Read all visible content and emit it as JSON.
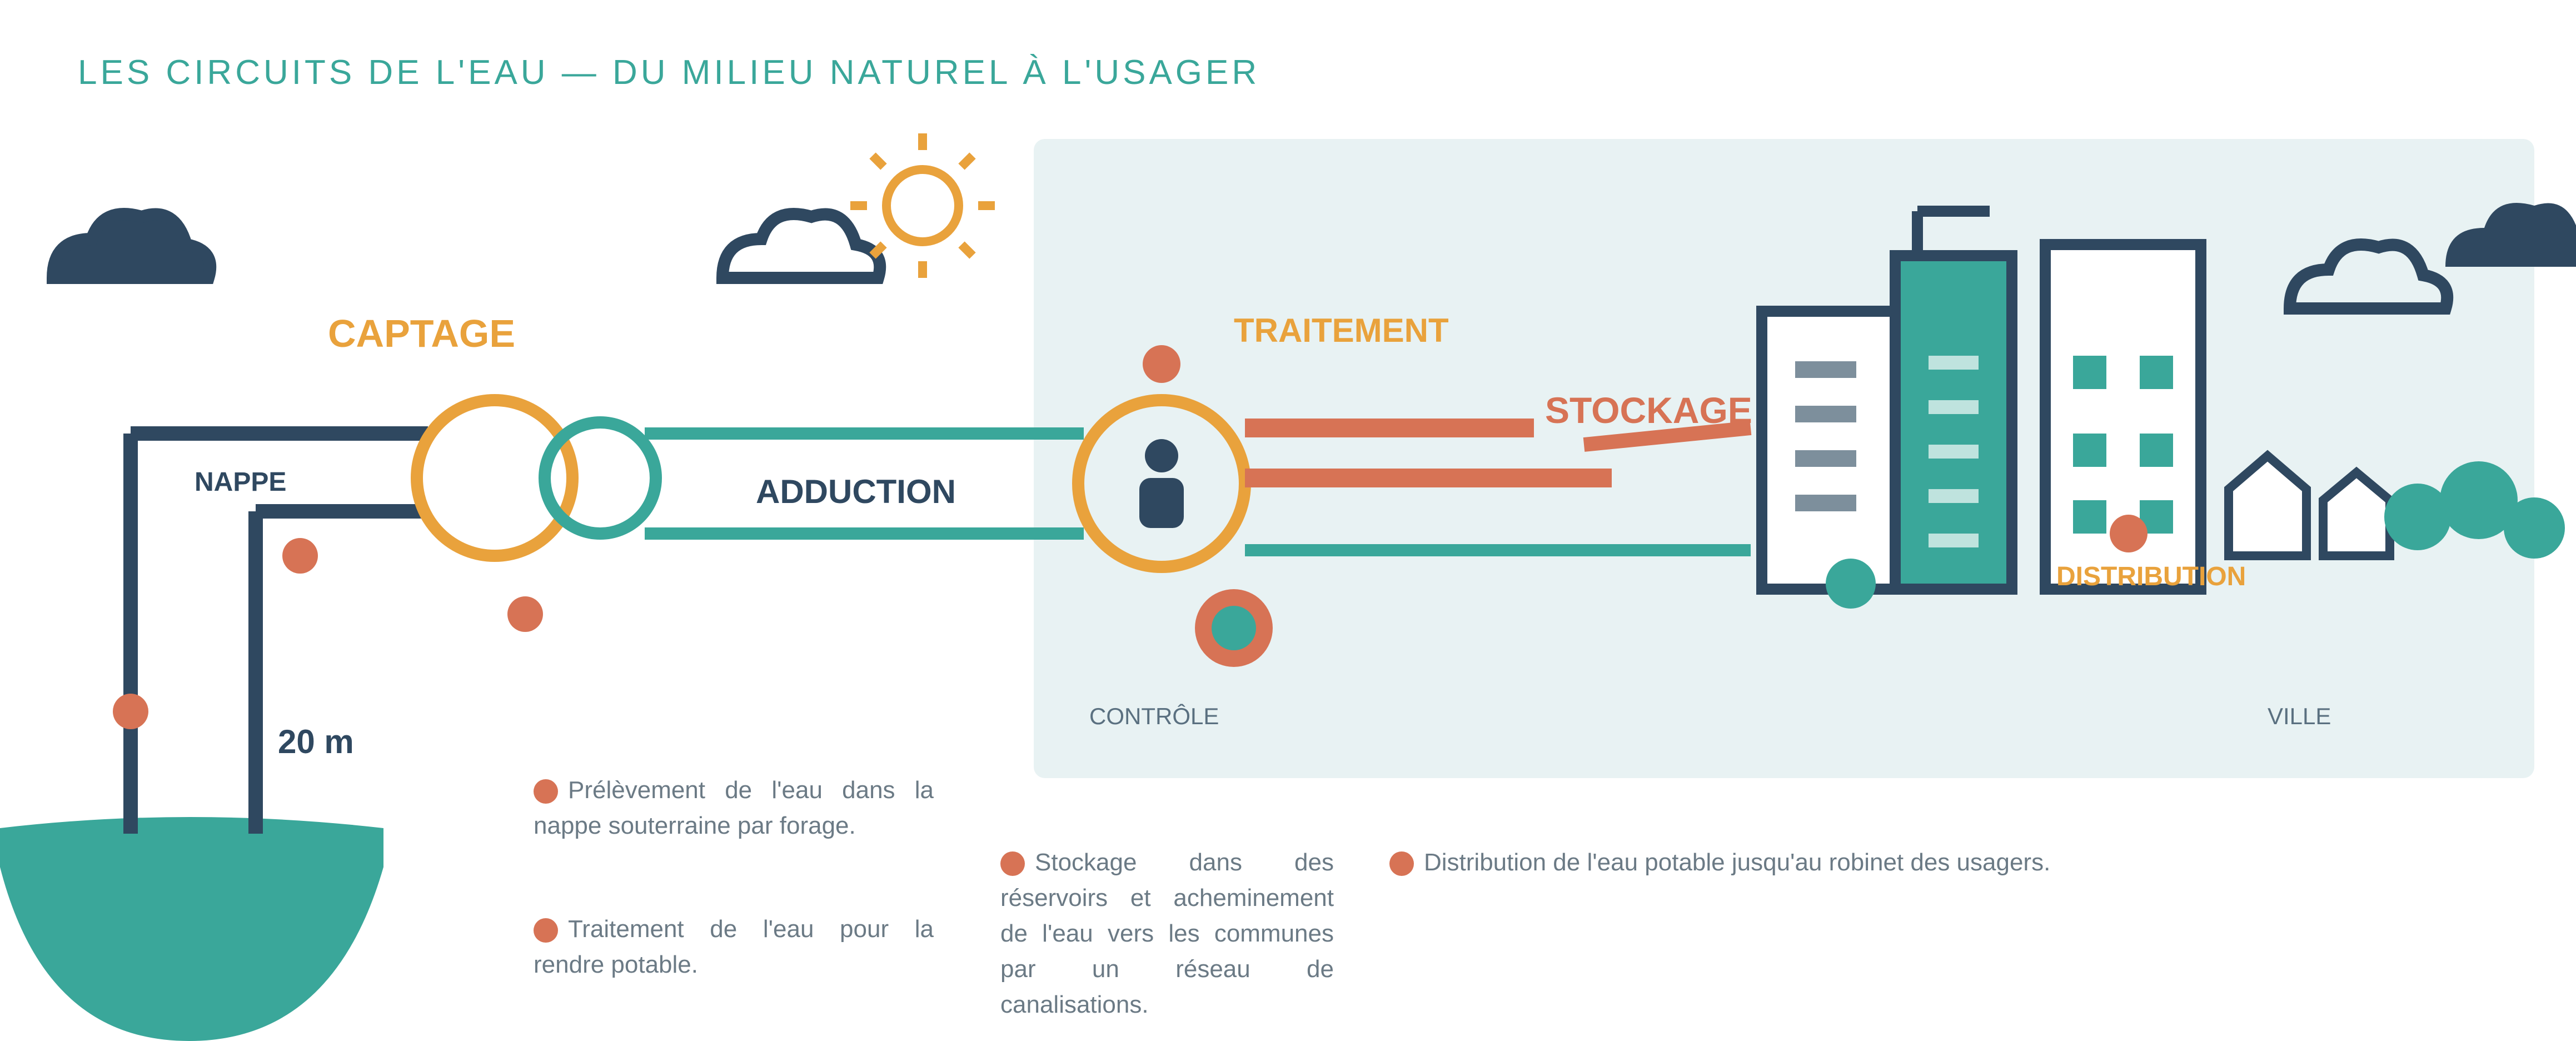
{
  "title": "LES CIRCUITS DE L'EAU — DU MILIEU NATUREL À L'USAGER",
  "labels": {
    "pumping": "CAPTAGE",
    "treatment": "TRAITEMENT",
    "transport": "ADDUCTION",
    "storage": "STOCKAGE",
    "distribution": "DISTRIBUTION",
    "depth": "20 m",
    "aquifer": "NAPPE",
    "control": "CONTRÔLE",
    "city": "VILLE"
  },
  "notes": [
    "Prélèvement de l'eau dans la nappe souterraine par forage.",
    "Traitement de l'eau pour la rendre potable.",
    "Stockage dans des réservoirs et acheminement de l'eau vers les communes par un réseau de canalisations.",
    "Distribution de l'eau potable jusqu'au robinet des usagers."
  ],
  "colors": {
    "navy": "#2f4860",
    "teal": "#3aa79a",
    "orange": "#e9a23c",
    "red": "#d77355",
    "panel": "#e8f2f3"
  }
}
